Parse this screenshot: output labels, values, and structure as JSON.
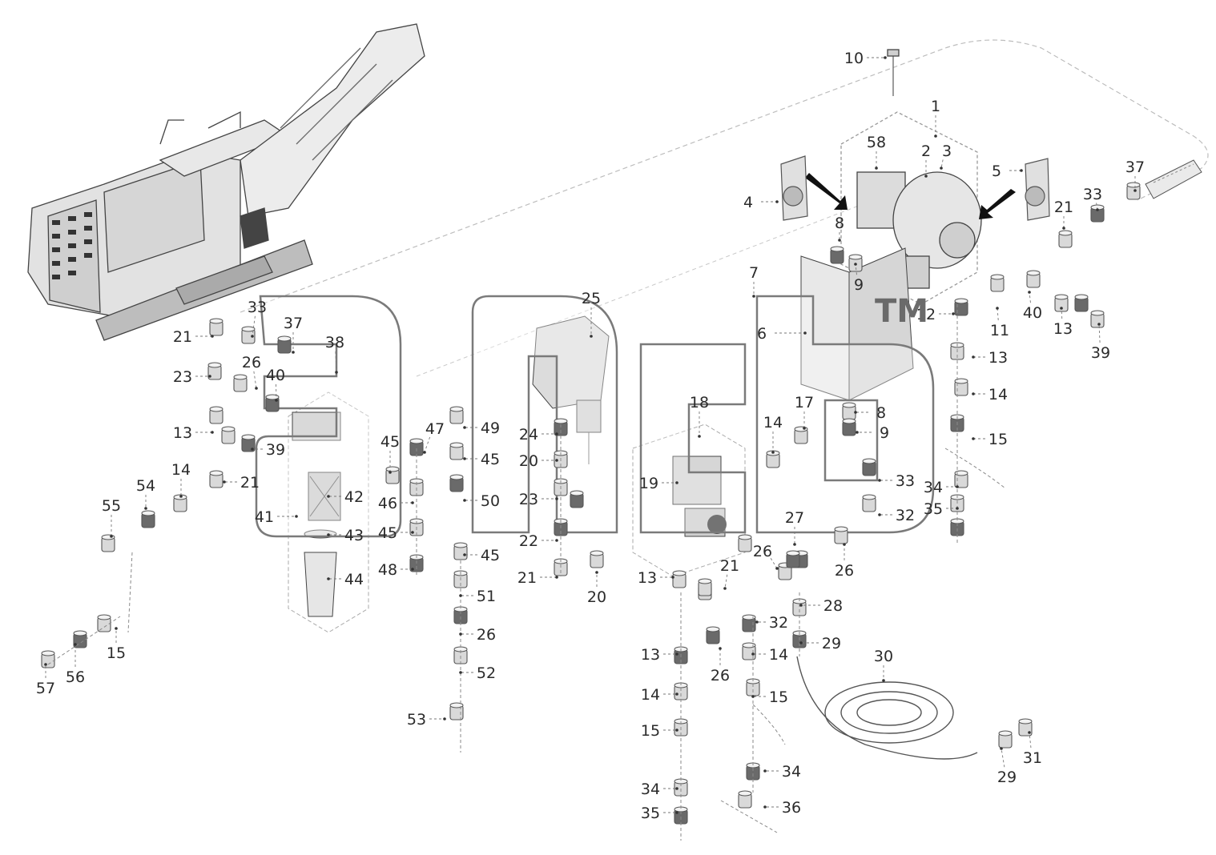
{
  "diagram": {
    "labels": [
      "1",
      "2",
      "3",
      "4",
      "5",
      "6",
      "7",
      "8",
      "9",
      "10",
      "11",
      "12",
      "13",
      "14",
      "15",
      "17",
      "18",
      "19",
      "20",
      "21",
      "22",
      "23",
      "24",
      "25",
      "26",
      "27",
      "28",
      "29",
      "30",
      "31",
      "32",
      "33",
      "34",
      "35",
      "36",
      "37",
      "38",
      "39",
      "40",
      "41",
      "42",
      "43",
      "44",
      "45",
      "46",
      "47",
      "48",
      "49",
      "50",
      "51",
      "52",
      "53",
      "54",
      "55",
      "56",
      "57",
      "58"
    ],
    "watermark_trademark": "TM"
  },
  "colors": {
    "line": "#555555",
    "part_fill": "#d9d9d9",
    "part_dark": "#6a6a6a",
    "label": "#2b2b2b",
    "watermark_stroke": "#7a7a7a",
    "dash": "#b0b0b0"
  }
}
